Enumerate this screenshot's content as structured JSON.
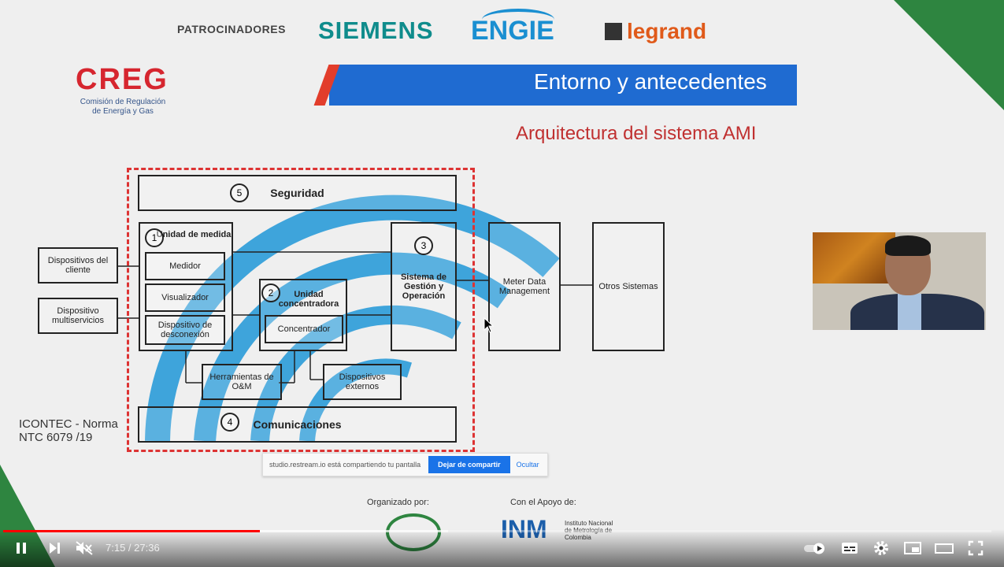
{
  "sponsors": {
    "label": "PATROCINADORES",
    "siemens": "SIEMENS",
    "engie": "ENGIE",
    "legrand": "legrand"
  },
  "creg": {
    "logo": "CREG",
    "subtitle": "Comisión de Regulación de Energía y Gas"
  },
  "slide": {
    "title": "Entorno y antecedentes",
    "subtitle": "Arquitectura del sistema AMI",
    "source": "ICONTEC - Norma NTC 6079 /19"
  },
  "diagram": {
    "security": {
      "num": "5",
      "label": "Seguridad"
    },
    "unit_medida": {
      "num": "1",
      "label": "Unidad de medida"
    },
    "medidor": "Medidor",
    "visualizador": "Visualizador",
    "desconexion": "Dispositivo de desconexión",
    "unit_concentradora": {
      "num": "2",
      "label": "Unidad concentradora"
    },
    "concentrador": "Concentrador",
    "sistema_gestion": {
      "num": "3",
      "label": "Sistema de Gestión y Operación"
    },
    "comunicaciones": {
      "num": "4",
      "label": "Comunicaciones"
    },
    "herramientas": "Herramientas de O&M",
    "externos": "Dispositivos externos",
    "cliente": "Dispositivos del cliente",
    "multiservicios": "Dispositivo multiservicios",
    "mdm": "Meter Data Management",
    "otros": "Otros Sistemas"
  },
  "share_bar": {
    "message": "studio.restream.io está compartiendo tu pantalla",
    "stop_button": "Dejar de compartir",
    "hide_link": "Ocultar"
  },
  "footer": {
    "organized_by": "Organizado por:",
    "support": "Con el Apoyo de:",
    "inm": "INM",
    "inm_text": "Instituto Nacional de Metrología de Colombia"
  },
  "player": {
    "time": "7:15 / 27:36",
    "progress_played": 0.26,
    "progress_buffered": 0.45
  }
}
